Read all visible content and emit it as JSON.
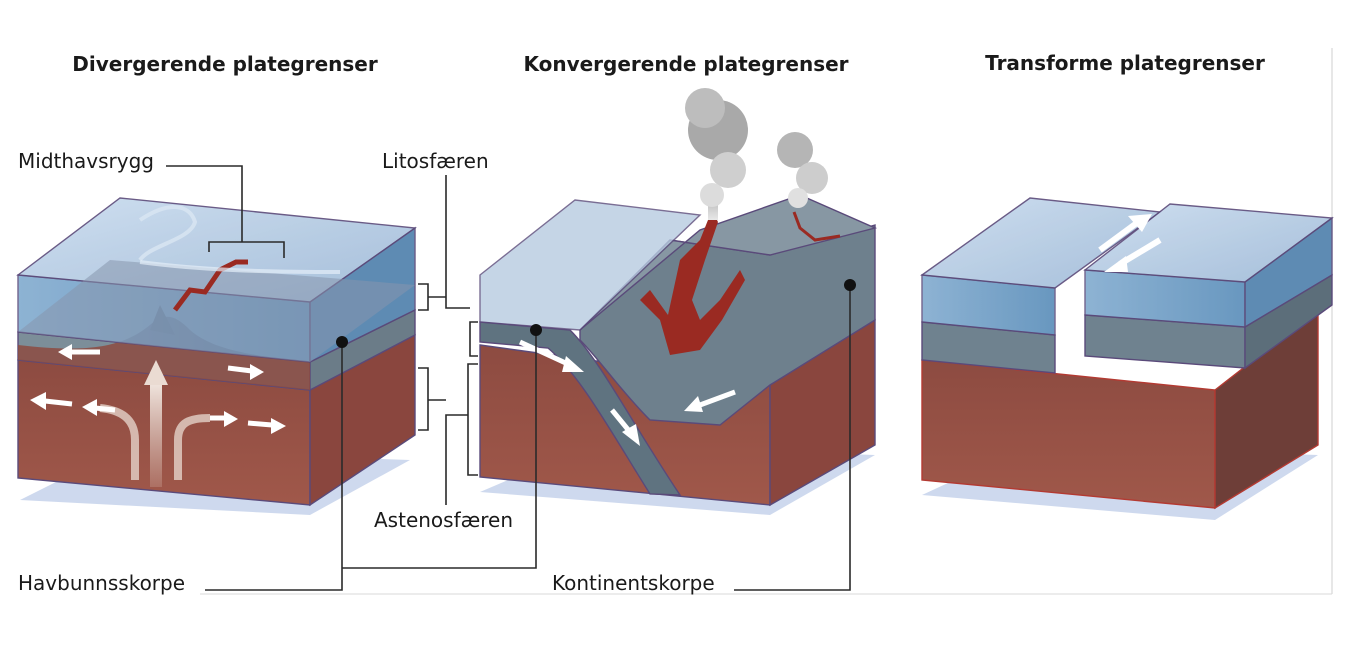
{
  "titles": {
    "divergent": "Divergerende plategrenser",
    "convergent": "Konvergerende plategrenser",
    "transform": "Transforme plategrenser"
  },
  "labels": {
    "mid_ocean_ridge": "Midthavsrygg",
    "lithosphere": "Litosfæren",
    "asthenosphere": "Astenosfæren",
    "oceanic_crust": "Havbunnsskorpe",
    "continental_crust": "Kontinentskorpe"
  },
  "colors": {
    "water_top": "#a9c3de",
    "water_front": "#6b9bc4",
    "lithosphere": "#7e8f9c",
    "mantle_front": "#8b4a42",
    "mantle_side": "#9a5a50",
    "magma": "#9a2a22",
    "shadow": "#b9c7e6",
    "continent": "#6f7f8c"
  }
}
